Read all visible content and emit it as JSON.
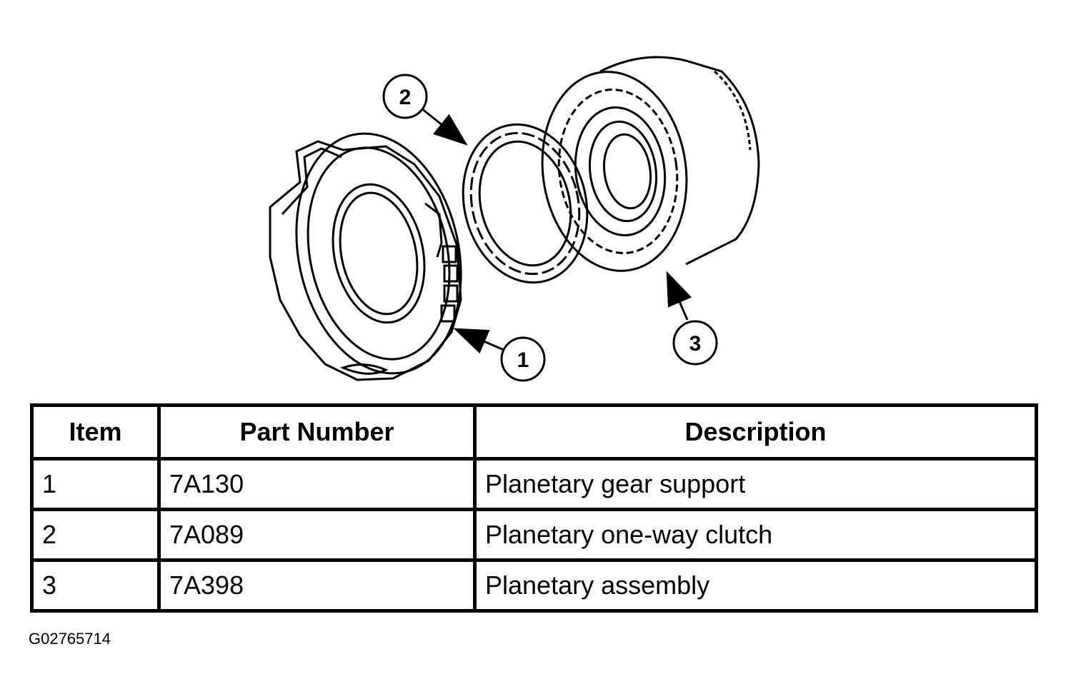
{
  "diagram": {
    "callouts": [
      {
        "label": "1",
        "part": "planetary-gear-support"
      },
      {
        "label": "2",
        "part": "planetary-one-way-clutch"
      },
      {
        "label": "3",
        "part": "planetary-assembly"
      }
    ]
  },
  "table": {
    "headers": {
      "item": "Item",
      "part_number": "Part Number",
      "description": "Description"
    },
    "rows": [
      {
        "item": "1",
        "part_number": "7A130",
        "description": "Planetary gear support"
      },
      {
        "item": "2",
        "part_number": "7A089",
        "description": "Planetary one-way clutch"
      },
      {
        "item": "3",
        "part_number": "7A398",
        "description": "Planetary assembly"
      }
    ]
  },
  "figure_id": "G02765714"
}
